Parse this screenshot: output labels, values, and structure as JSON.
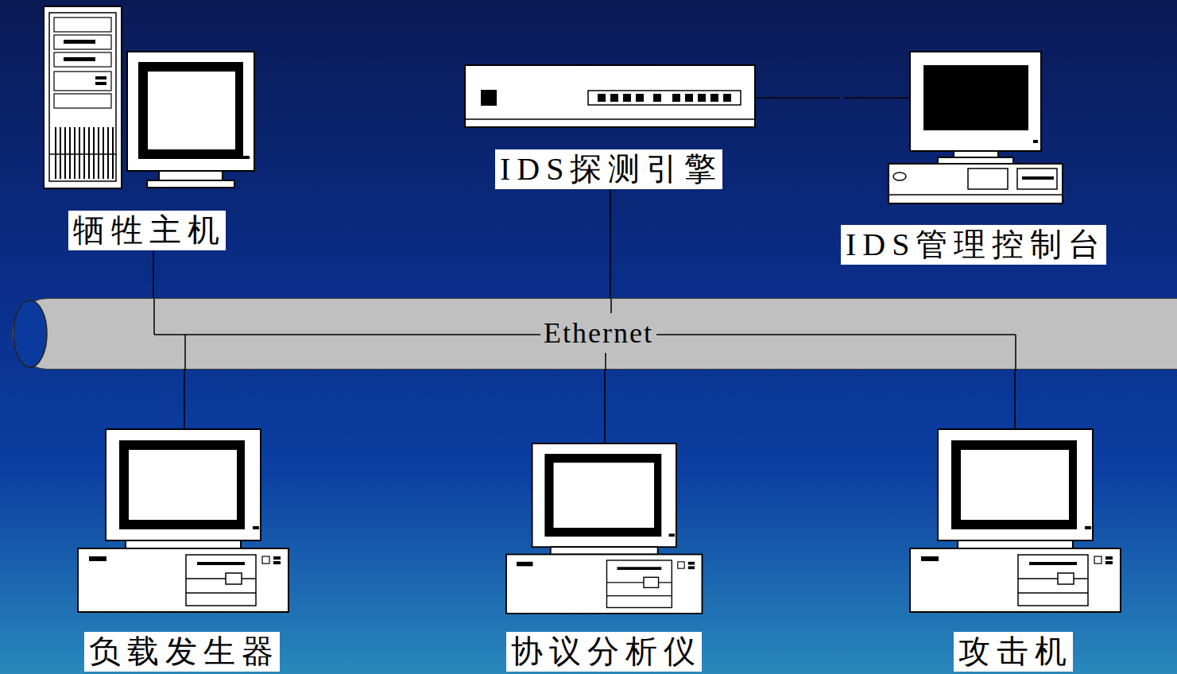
{
  "diagram": {
    "nodes": [
      {
        "text": [
          "牺牲主机"
        ]
      },
      {
        "text": [
          "IDS探测引擎"
        ]
      },
      {
        "text": [
          "IDS管理控制台"
        ]
      },
      {
        "text": [
          "Ethernet"
        ]
      },
      {
        "text": [
          "负载发生器"
        ]
      },
      {
        "text": [
          "协议分析仪"
        ]
      },
      {
        "text": [
          "攻击机"
        ]
      }
    ],
    "edges": [
      {
        "from": 0,
        "to": 3,
        "arrow": "none"
      },
      {
        "from": 1,
        "to": 3,
        "arrow": "none"
      },
      {
        "from": 1,
        "to": 2,
        "arrow": "none"
      },
      {
        "from": 4,
        "to": 3,
        "arrow": "none"
      },
      {
        "from": 5,
        "to": 3,
        "arrow": "none"
      },
      {
        "from": 6,
        "to": 3,
        "arrow": "none"
      }
    ]
  }
}
